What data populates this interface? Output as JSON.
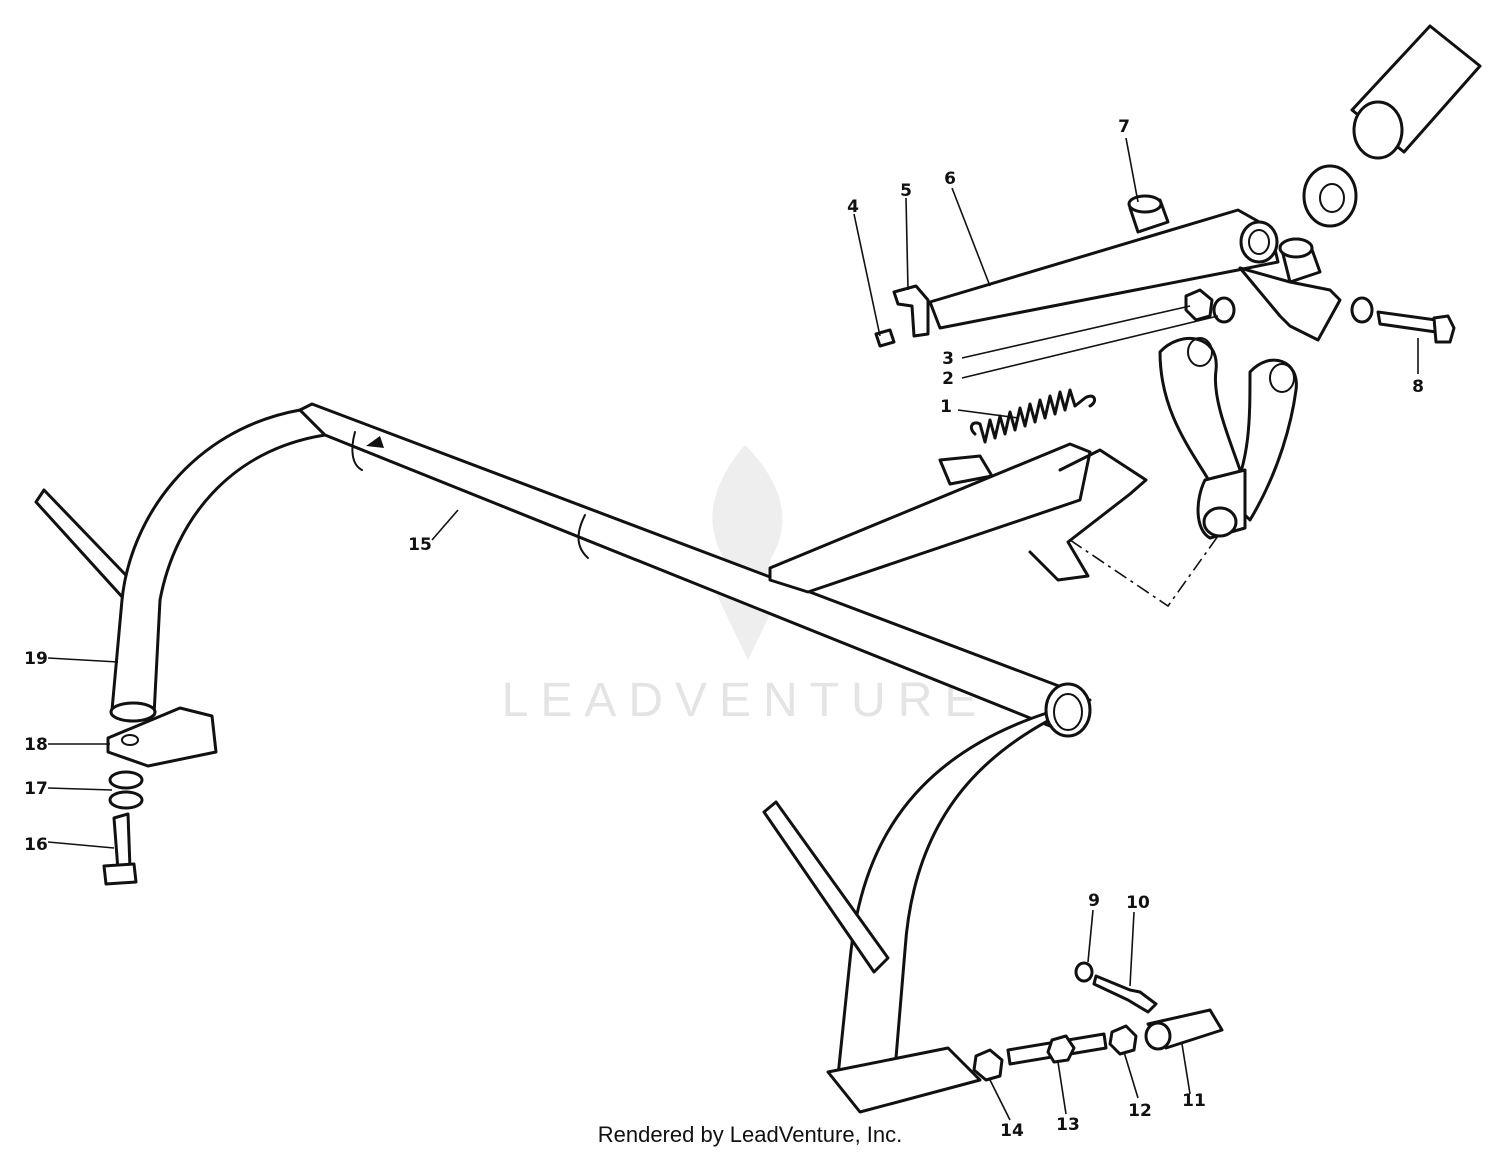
{
  "watermark": {
    "brand": "LEADVENTURE"
  },
  "footer": {
    "text": "Rendered by LeadVenture, Inc."
  },
  "callouts": [
    {
      "id": "1",
      "label": "1"
    },
    {
      "id": "2",
      "label": "2"
    },
    {
      "id": "3",
      "label": "3"
    },
    {
      "id": "4",
      "label": "4"
    },
    {
      "id": "5",
      "label": "5"
    },
    {
      "id": "6",
      "label": "6"
    },
    {
      "id": "7",
      "label": "7"
    },
    {
      "id": "8",
      "label": "8"
    },
    {
      "id": "9",
      "label": "9"
    },
    {
      "id": "10",
      "label": "10"
    },
    {
      "id": "11",
      "label": "11"
    },
    {
      "id": "12",
      "label": "12"
    },
    {
      "id": "13",
      "label": "13"
    },
    {
      "id": "14",
      "label": "14"
    },
    {
      "id": "15",
      "label": "15"
    },
    {
      "id": "16",
      "label": "16"
    },
    {
      "id": "17",
      "label": "17"
    },
    {
      "id": "18",
      "label": "18"
    },
    {
      "id": "19",
      "label": "19"
    }
  ]
}
